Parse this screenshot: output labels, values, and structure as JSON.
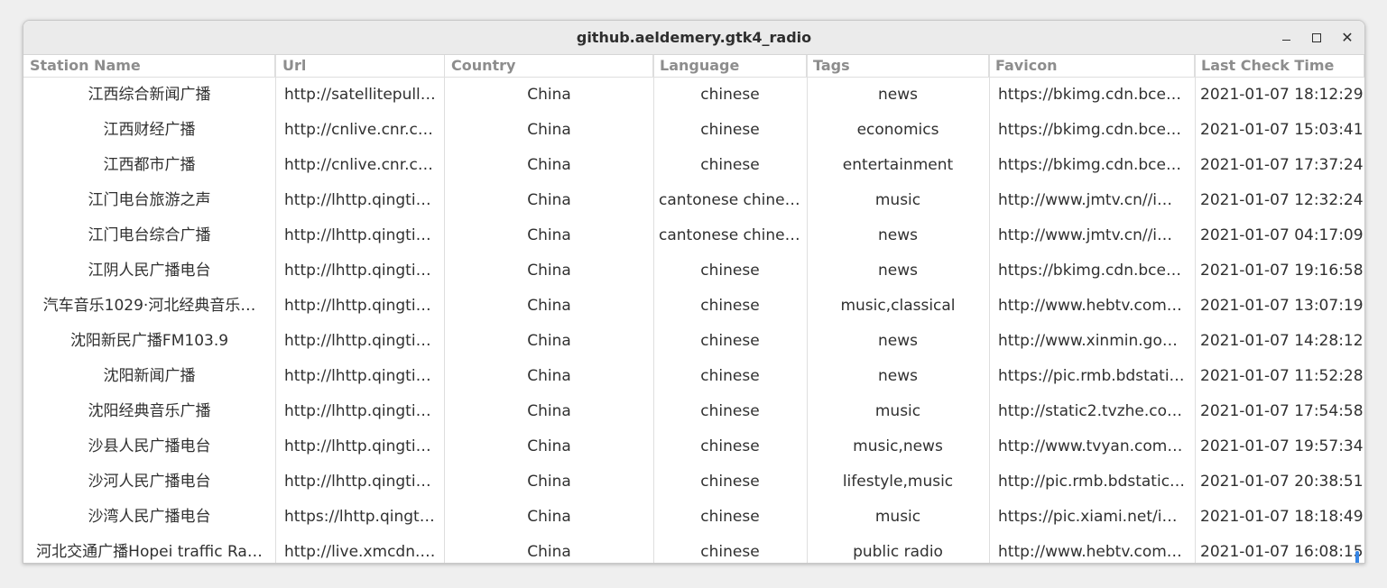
{
  "window": {
    "title": "github.aeldemery.gtk4_radio"
  },
  "columns": [
    "Station Name",
    "Url",
    "Country",
    "Language",
    "Tags",
    "Favicon",
    "Last Check Time"
  ],
  "rows": [
    [
      "江西综合新闻广播",
      "http://satellitepull…",
      "China",
      "chinese",
      "news",
      "https://bkimg.cdn.bce…",
      "2021-01-07 18:12:29"
    ],
    [
      "江西财经广播",
      "http://cnlive.cnr.c…",
      "China",
      "chinese",
      "economics",
      "https://bkimg.cdn.bce…",
      "2021-01-07 15:03:41"
    ],
    [
      "江西都市广播",
      "http://cnlive.cnr.c…",
      "China",
      "chinese",
      "entertainment",
      "https://bkimg.cdn.bce…",
      "2021-01-07 17:37:24"
    ],
    [
      "江门电台旅游之声",
      "http://lhttp.qingti…",
      "China",
      "cantonese chinese",
      "music",
      "http://www.jmtv.cn//i…",
      "2021-01-07 12:32:24"
    ],
    [
      "江门电台综合广播",
      "http://lhttp.qingti…",
      "China",
      "cantonese chinese",
      "news",
      "http://www.jmtv.cn//i…",
      "2021-01-07 04:17:09"
    ],
    [
      "江阴人民广播电台",
      "http://lhttp.qingti…",
      "China",
      "chinese",
      "news",
      "https://bkimg.cdn.bce…",
      "2021-01-07 19:16:58"
    ],
    [
      "汽车音乐1029·河北经典音乐…",
      "http://lhttp.qingti…",
      "China",
      "chinese",
      "music,classical",
      "http://www.hebtv.com…",
      "2021-01-07 13:07:19"
    ],
    [
      "沈阳新民广播FM103.9",
      "http://lhttp.qingti…",
      "China",
      "chinese",
      "news",
      "http://www.xinmin.go…",
      "2021-01-07 14:28:12"
    ],
    [
      "沈阳新闻广播",
      "http://lhttp.qingti…",
      "China",
      "chinese",
      "news",
      "https://pic.rmb.bdstati…",
      "2021-01-07 11:52:28"
    ],
    [
      "沈阳经典音乐广播",
      "http://lhttp.qingti…",
      "China",
      "chinese",
      "music",
      "http://static2.tvzhe.co…",
      "2021-01-07 17:54:58"
    ],
    [
      "沙县人民广播电台",
      "http://lhttp.qingti…",
      "China",
      "chinese",
      "music,news",
      "http://www.tvyan.com…",
      "2021-01-07 19:57:34"
    ],
    [
      "沙河人民广播电台",
      "http://lhttp.qingti…",
      "China",
      "chinese",
      "lifestyle,music",
      "http://pic.rmb.bdstatic…",
      "2021-01-07 20:38:51"
    ],
    [
      "沙湾人民广播电台",
      "https://lhttp.qingt…",
      "China",
      "chinese",
      "music",
      "https://pic.xiami.net/i…",
      "2021-01-07 18:18:49"
    ],
    [
      "河北交通广播Hopei traffic Ra…",
      "http://live.xmcdn.…",
      "China",
      "chinese",
      "public radio",
      "http://www.hebtv.com…",
      "2021-01-07 16:08:15"
    ]
  ]
}
